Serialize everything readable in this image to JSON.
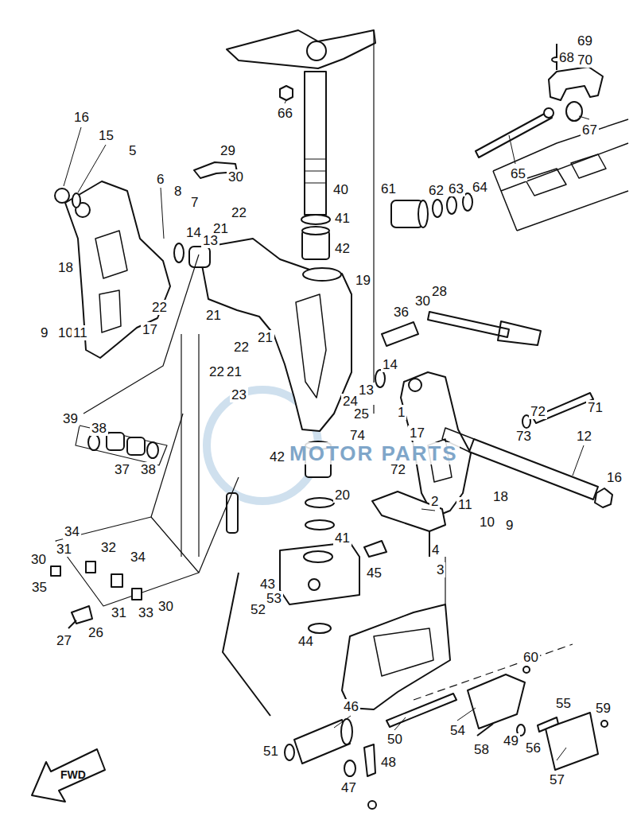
{
  "diagram": {
    "labels": [
      "16",
      "15",
      "5",
      "6",
      "8",
      "7",
      "29",
      "30",
      "66",
      "40",
      "41",
      "42",
      "19",
      "22",
      "21",
      "14",
      "13",
      "18",
      "9",
      "10",
      "11",
      "22",
      "21",
      "17",
      "22",
      "21",
      "22",
      "21",
      "23",
      "39",
      "38",
      "37",
      "38",
      "24",
      "25",
      "74",
      "17",
      "13",
      "14",
      "36",
      "30",
      "28",
      "1",
      "73",
      "72",
      "71",
      "12",
      "16",
      "72",
      "18",
      "11",
      "10",
      "9",
      "2",
      "4",
      "3",
      "42",
      "20",
      "41",
      "43",
      "45",
      "44",
      "52",
      "53",
      "34",
      "32",
      "34",
      "30",
      "31",
      "35",
      "31",
      "33",
      "30",
      "26",
      "27",
      "69",
      "70",
      "68",
      "67",
      "65",
      "64",
      "63",
      "62",
      "61",
      "60",
      "59",
      "54",
      "58",
      "49",
      "56",
      "55",
      "57",
      "50",
      "51",
      "46",
      "48",
      "47",
      "FWD",
      "MOTOR PARTS"
    ]
  }
}
